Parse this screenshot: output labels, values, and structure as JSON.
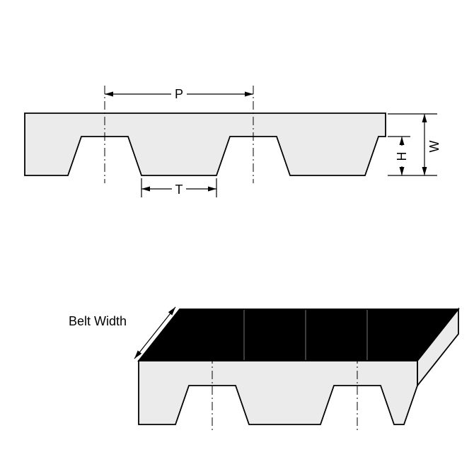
{
  "page": {
    "background": "#ffffff"
  },
  "profile_view": {
    "labels": {
      "pitch": "P",
      "tooth_width": "T",
      "tooth_height": "H",
      "belt_thickness": "W"
    },
    "colors": {
      "belt_fill": "#ebebeb",
      "line": "#000000"
    }
  },
  "perspective_view": {
    "labels": {
      "belt_width": "Belt Width"
    },
    "colors": {
      "top_surface_fill": "#000000",
      "front_face_fill": "#ebebeb",
      "end_face_fill": "#ebebeb"
    }
  }
}
